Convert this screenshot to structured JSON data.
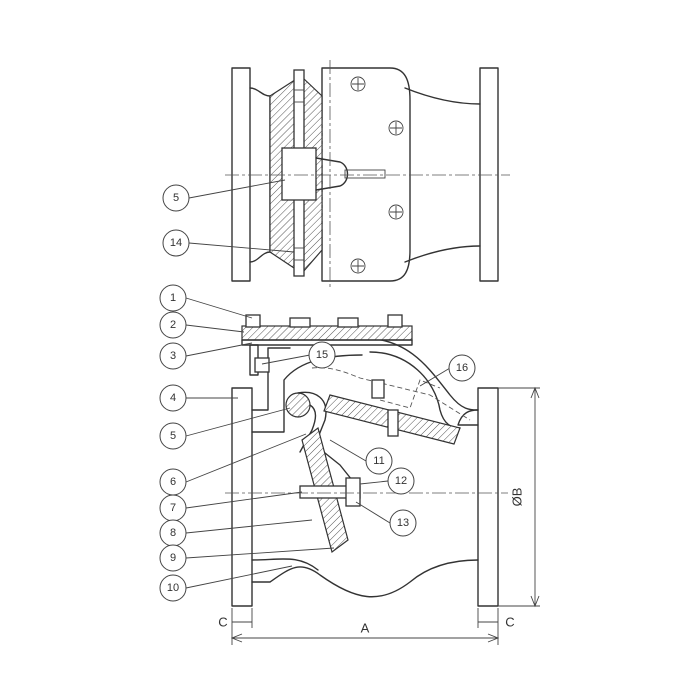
{
  "callouts": [
    {
      "id": "c5-top",
      "label": "5"
    },
    {
      "id": "c14",
      "label": "14"
    },
    {
      "id": "c1",
      "label": "1"
    },
    {
      "id": "c2",
      "label": "2"
    },
    {
      "id": "c3",
      "label": "3"
    },
    {
      "id": "c4",
      "label": "4"
    },
    {
      "id": "c5-bottom",
      "label": "5"
    },
    {
      "id": "c6",
      "label": "6"
    },
    {
      "id": "c7",
      "label": "7"
    },
    {
      "id": "c8",
      "label": "8"
    },
    {
      "id": "c9",
      "label": "9"
    },
    {
      "id": "c10",
      "label": "10"
    },
    {
      "id": "c11",
      "label": "11"
    },
    {
      "id": "c12",
      "label": "12"
    },
    {
      "id": "c13",
      "label": "13"
    },
    {
      "id": "c15",
      "label": "15"
    },
    {
      "id": "c16",
      "label": "16"
    }
  ],
  "dimensions": {
    "face_to_face": "A",
    "flange_thickness": "C",
    "flange_diameter": "ØB"
  }
}
